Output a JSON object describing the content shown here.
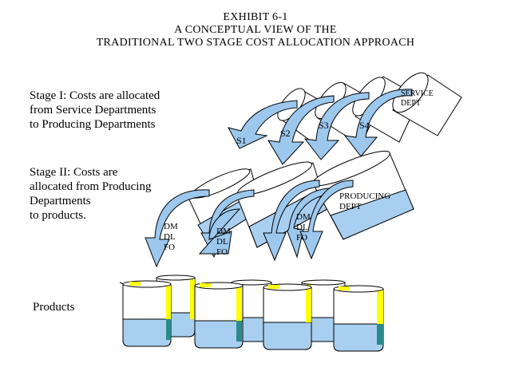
{
  "title": {
    "line1": "EXHIBIT 6-1",
    "line2": "A CONCEPTUAL VIEW OF THE",
    "line3": "TRADITIONAL TWO STAGE COST ALLOCATION APPROACH"
  },
  "stage1": {
    "line1": "Stage I: Costs are allocated",
    "line2": "from Service Departments",
    "line3": "to Producing Departments"
  },
  "stage2": {
    "line1": "Stage II: Costs are",
    "line2": "allocated from Producing",
    "line3": "Departments",
    "line4": "to products."
  },
  "products_label": "Products",
  "service_dept": {
    "line1": "SERVICE",
    "line2": "DEPT"
  },
  "producing_dept": {
    "line1": "PRODUCING",
    "line2": "DEPT"
  },
  "service_arrows": [
    "S1",
    "S2",
    "S3",
    "S4"
  ],
  "cost_arrows": [
    {
      "l1": "DM",
      "l2": "DL",
      "l3": "FO"
    },
    {
      "l1": "DM",
      "l2": "DL",
      "l3": "FO"
    },
    {
      "l1": "DM",
      "l2": "DL",
      "l3": "FO"
    }
  ],
  "colors": {
    "arrow_fill": "#9cc8ee",
    "liquid": "#a8cff0",
    "liquid_dark": "#2a8a8a",
    "highlight": "#ffff00",
    "outline": "#000000"
  }
}
